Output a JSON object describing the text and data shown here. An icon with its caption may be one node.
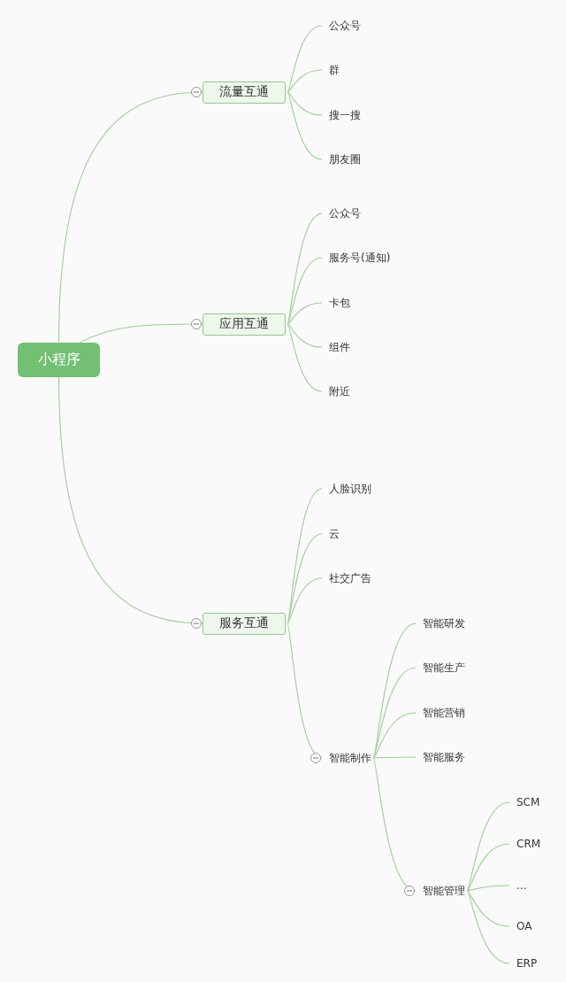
{
  "diagram": {
    "nodes": [
      {
        "text": [
          "小程序"
        ]
      },
      {
        "text": [
          "流量互通"
        ]
      },
      {
        "text": [
          "公众号"
        ]
      },
      {
        "text": [
          "群"
        ]
      },
      {
        "text": [
          "搜一搜"
        ]
      },
      {
        "text": [
          "朋友圈"
        ]
      },
      {
        "text": [
          "应用互通"
        ]
      },
      {
        "text": [
          "公众号"
        ]
      },
      {
        "text": [
          "服务号(通知)"
        ]
      },
      {
        "text": [
          "卡包"
        ]
      },
      {
        "text": [
          "组件"
        ]
      },
      {
        "text": [
          "附近"
        ]
      },
      {
        "text": [
          "服务互通"
        ]
      },
      {
        "text": [
          "人脸识别"
        ]
      },
      {
        "text": [
          "云"
        ]
      },
      {
        "text": [
          "社交广告"
        ]
      },
      {
        "text": [
          "智能制作"
        ]
      },
      {
        "text": [
          "智能研发"
        ]
      },
      {
        "text": [
          "智能生产"
        ]
      },
      {
        "text": [
          "智能营销"
        ]
      },
      {
        "text": [
          "智能服务"
        ]
      },
      {
        "text": [
          "智能管理"
        ]
      },
      {
        "text": [
          "SCM"
        ]
      },
      {
        "text": [
          "CRM"
        ]
      },
      {
        "text": [
          "..."
        ]
      },
      {
        "text": [
          "OA"
        ]
      },
      {
        "text": [
          "ERP"
        ]
      }
    ],
    "edges": [
      {
        "from": 0,
        "to": 1,
        "arrow": "none"
      },
      {
        "from": 0,
        "to": 6,
        "arrow": "none"
      },
      {
        "from": 0,
        "to": 12,
        "arrow": "none"
      },
      {
        "from": 1,
        "to": 2,
        "arrow": "none"
      },
      {
        "from": 1,
        "to": 3,
        "arrow": "none"
      },
      {
        "from": 1,
        "to": 4,
        "arrow": "none"
      },
      {
        "from": 1,
        "to": 5,
        "arrow": "none"
      },
      {
        "from": 6,
        "to": 7,
        "arrow": "none"
      },
      {
        "from": 6,
        "to": 8,
        "arrow": "none"
      },
      {
        "from": 6,
        "to": 9,
        "arrow": "none"
      },
      {
        "from": 6,
        "to": 10,
        "arrow": "none"
      },
      {
        "from": 6,
        "to": 11,
        "arrow": "none"
      },
      {
        "from": 12,
        "to": 13,
        "arrow": "none"
      },
      {
        "from": 12,
        "to": 14,
        "arrow": "none"
      },
      {
        "from": 12,
        "to": 15,
        "arrow": "none"
      },
      {
        "from": 12,
        "to": 16,
        "arrow": "none"
      },
      {
        "from": 16,
        "to": 17,
        "arrow": "none"
      },
      {
        "from": 16,
        "to": 18,
        "arrow": "none"
      },
      {
        "from": 16,
        "to": 19,
        "arrow": "none"
      },
      {
        "from": 16,
        "to": 20,
        "arrow": "none"
      },
      {
        "from": 16,
        "to": 21,
        "arrow": "none"
      },
      {
        "from": 21,
        "to": 22,
        "arrow": "none"
      },
      {
        "from": 21,
        "to": 23,
        "arrow": "none"
      },
      {
        "from": 21,
        "to": 24,
        "arrow": "none"
      },
      {
        "from": 21,
        "to": 25,
        "arrow": "none"
      },
      {
        "from": 21,
        "to": 26,
        "arrow": "none"
      }
    ]
  }
}
